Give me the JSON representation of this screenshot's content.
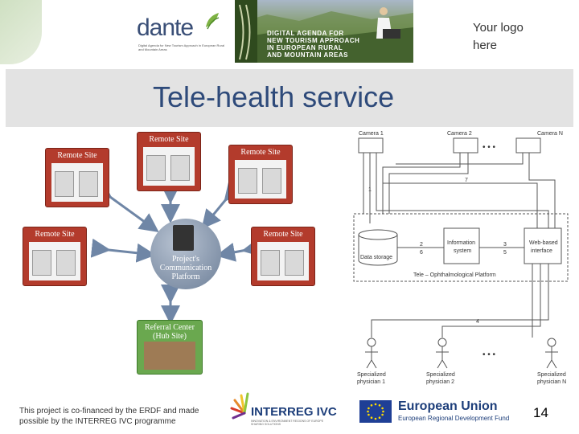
{
  "header": {
    "dante_logo": {
      "name": "dante",
      "tagline": "Digital Agenda for New Tourism Approach in European Rural and Mountain Areas"
    },
    "banner": {
      "lines": [
        "DIGITAL AGENDA FOR",
        "NEW TOURISM APPROACH",
        "IN EUROPEAN RURAL",
        "AND MOUNTAIN AREAS"
      ]
    },
    "logo_placeholder": [
      "Your logo",
      "here"
    ]
  },
  "slide": {
    "title": "Tele-health service",
    "page_number": "14"
  },
  "left_diagram": {
    "remote_sites": [
      "Remote Site",
      "Remote Site",
      "Remote Site",
      "Remote Site",
      "Remote Site"
    ],
    "platform": [
      "Project's",
      "Communication",
      "Platform"
    ],
    "referral": [
      "Referral Center",
      "(Hub Site)"
    ]
  },
  "right_diagram": {
    "cameras": [
      "Camera 1",
      "Camera 2",
      "Camera N"
    ],
    "ellipsis": "• • •",
    "line_numbers": [
      "7",
      "1",
      "2",
      "6",
      "3",
      "5",
      "4"
    ],
    "components": {
      "storage": "Data storage",
      "info": [
        "Information",
        "system"
      ],
      "web": [
        "Web-based",
        "interface"
      ]
    },
    "platform_label": "Tele – Ophthalmological Platform",
    "physicians": [
      [
        "Specialized",
        "physician 1"
      ],
      [
        "Specialized",
        "physician 2"
      ],
      [
        "Specialized",
        "physician N"
      ]
    ]
  },
  "footer": {
    "text": "This project is co-financed by the ERDF and made possible by the INTERREG IVC programme",
    "interreg": "INTERREG IVC",
    "interreg_small": "INNOVATION & ENVIRONMENT REGIONS OF EUROPE SHARING SOLUTIONS",
    "eu": "European Union",
    "eu_fund": "European Regional Development Fund"
  },
  "colors": {
    "title": "#2e4a7a",
    "remote_site": "#b33b2c",
    "referral": "#6aa84f",
    "arrow": "#6f86a6",
    "eu_flag": "#1f3f96"
  }
}
